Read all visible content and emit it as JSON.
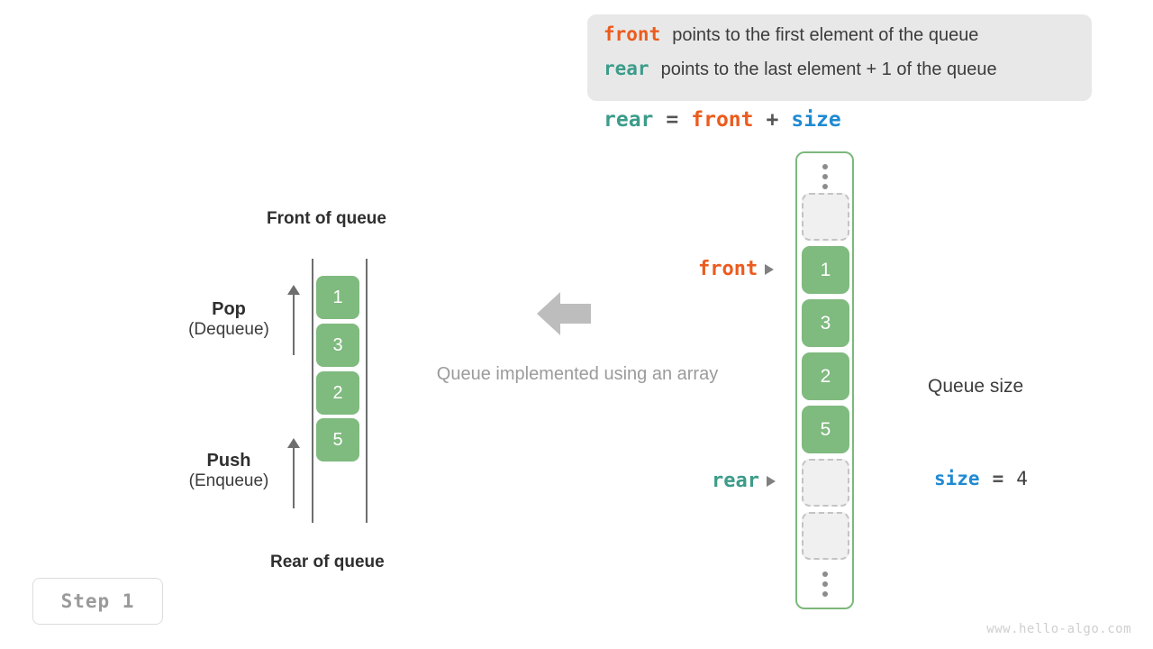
{
  "legend": {
    "lines": [
      {
        "term": "front",
        "term_color": "#ec5b1d",
        "desc": "points to the first element of the queue"
      },
      {
        "term": "rear",
        "term_color": "#3c9c8a",
        "desc": "points to the last element + 1 of the queue"
      }
    ]
  },
  "formula": {
    "lhs": "rear",
    "equals": "=",
    "rhs1": "front",
    "plus": "+",
    "rhs2": "size"
  },
  "array": {
    "top_dots": "vertical-ellipsis",
    "bottom_dots": "vertical-ellipsis",
    "cells": [
      {
        "value": "",
        "state": "empty"
      },
      {
        "value": "1",
        "state": "filled"
      },
      {
        "value": "3",
        "state": "filled"
      },
      {
        "value": "2",
        "state": "filled"
      },
      {
        "value": "5",
        "state": "filled"
      },
      {
        "value": "",
        "state": "empty"
      },
      {
        "value": "",
        "state": "empty"
      }
    ],
    "pointers": [
      {
        "label": "front",
        "color": "#ec5b1d",
        "target_index": 1
      },
      {
        "label": "rear",
        "color": "#3c9c8a",
        "target_index": 5
      }
    ]
  },
  "size_info": {
    "title": "Queue size",
    "var": "size",
    "equals": "=",
    "value": "4"
  },
  "queue": {
    "front_title": "Front of queue",
    "rear_title": "Rear of queue",
    "pop": {
      "main": "Pop",
      "sub": "(Dequeue)"
    },
    "push": {
      "main": "Push",
      "sub": "(Enqueue)"
    },
    "cells": [
      "1",
      "3",
      "2",
      "5"
    ]
  },
  "center": {
    "arrow": "left-block-arrow",
    "caption": "Queue implemented using an array"
  },
  "step_badge": "Step 1",
  "watermark": "www.hello-algo.com",
  "colors": {
    "front": "#ec5b1d",
    "rear": "#3c9c8a",
    "size": "#1f8ad2",
    "cell_fill": "#7fba7f",
    "container_border": "#7cb87c",
    "legend_bg": "#e8e8e8",
    "muted": "#9b9b9b"
  }
}
